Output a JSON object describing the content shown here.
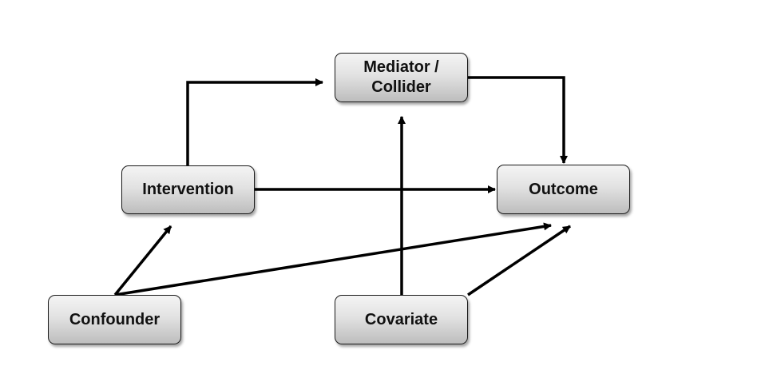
{
  "diagram": {
    "nodes": {
      "mediator": {
        "label": "Mediator /\nCollider"
      },
      "intervention": {
        "label": "Intervention"
      },
      "outcome": {
        "label": "Outcome"
      },
      "confounder": {
        "label": "Confounder"
      },
      "covariate": {
        "label": "Covariate"
      }
    },
    "edges": [
      {
        "from": "Intervention",
        "to": "Mediator / Collider"
      },
      {
        "from": "Mediator / Collider",
        "to": "Outcome"
      },
      {
        "from": "Intervention",
        "to": "Outcome"
      },
      {
        "from": "Confounder",
        "to": "Intervention"
      },
      {
        "from": "Confounder",
        "to": "Outcome"
      },
      {
        "from": "Covariate",
        "to": "Mediator / Collider"
      },
      {
        "from": "Covariate",
        "to": "Outcome"
      }
    ],
    "colors": {
      "arrow": "#000000",
      "node_border": "#1a1a1a",
      "node_fill_top": "#f4f4f4",
      "node_fill_bottom": "#bdbdbd",
      "text": "#111111"
    }
  }
}
